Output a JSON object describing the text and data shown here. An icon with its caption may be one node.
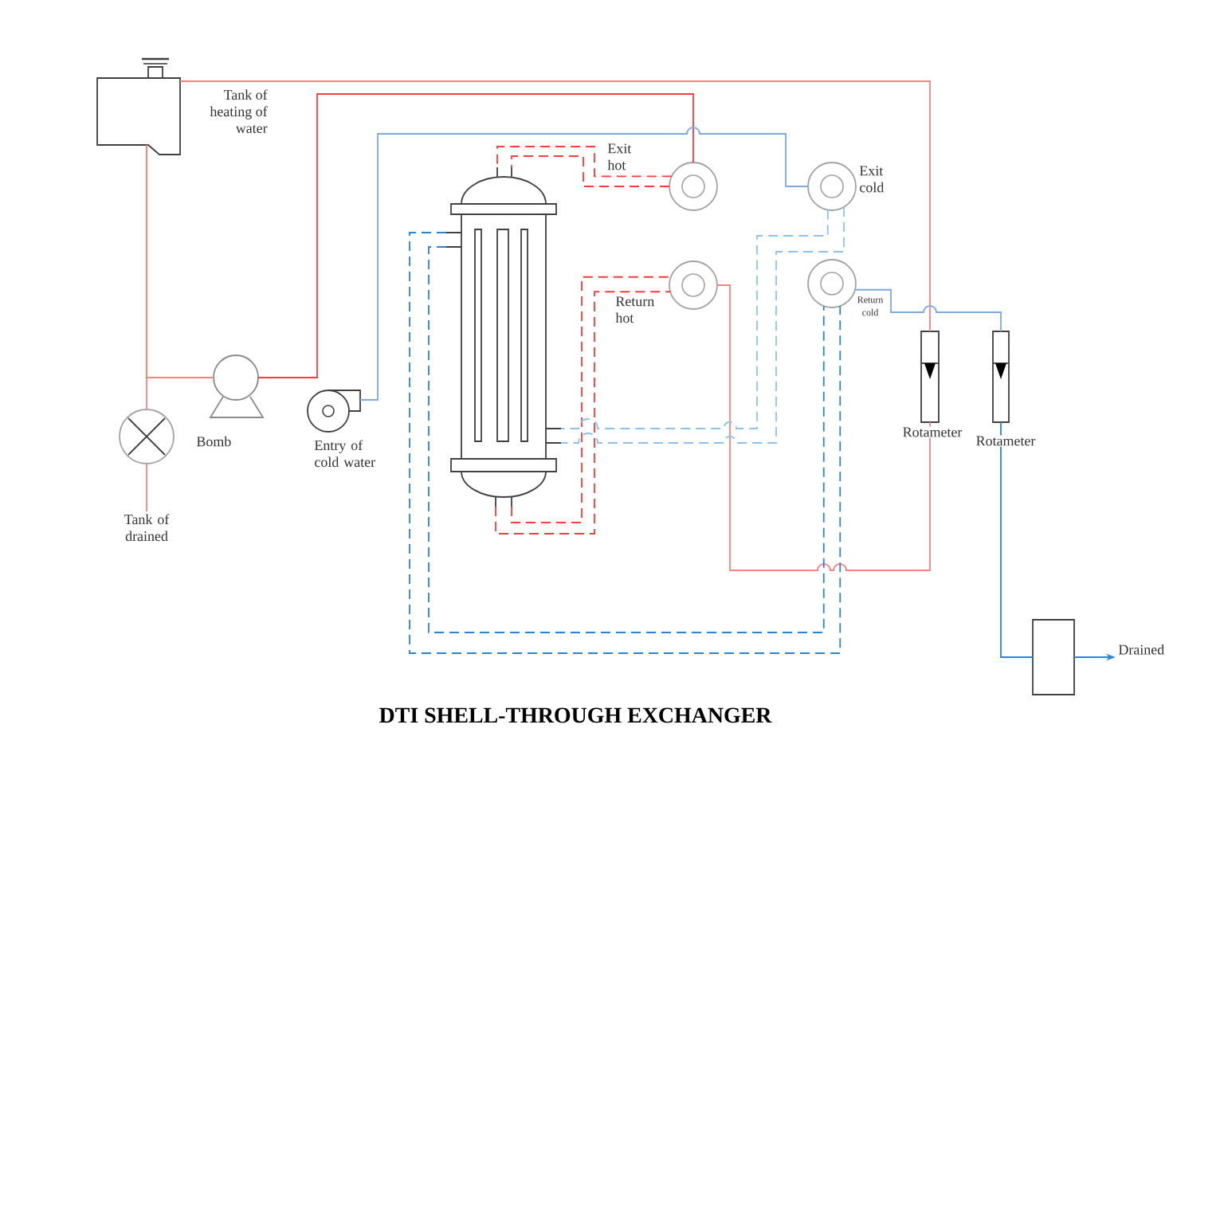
{
  "diagram": {
    "title": "DTI SHELL-THROUGH EXCHANGER",
    "nodes": [
      {
        "text": [],
        "shape": "box",
        "beside": [
          "Tank of heating of water"
        ]
      },
      {
        "text": [],
        "shape": "circle",
        "beside": [
          "Exit hot"
        ]
      },
      {
        "text": [],
        "shape": "circle",
        "beside": [
          "Exit cold"
        ]
      },
      {
        "text": [],
        "shape": "picture"
      },
      {
        "text": [],
        "shape": "circle",
        "beside": [
          "Return hot"
        ]
      },
      {
        "text": [],
        "shape": "circle",
        "beside": [
          "Return cold"
        ]
      },
      {
        "text": [],
        "shape": "bar",
        "beside": [
          "Rotameter"
        ]
      },
      {
        "text": [],
        "shape": "bar",
        "beside": [
          "Rotameter"
        ]
      },
      {
        "text": [],
        "shape": "circle",
        "beside": [
          "Bomb"
        ]
      },
      {
        "text": [],
        "shape": "circle",
        "beside": [
          "Entry of cold water"
        ]
      },
      {
        "text": [],
        "shape": "circle"
      },
      {
        "text": [
          "Tank of drained"
        ]
      },
      {
        "text": [],
        "shape": "box"
      },
      {
        "text": [
          "Drained"
        ]
      }
    ],
    "edges": [
      {
        "from": 0,
        "to": 8,
        "arrow": "none",
        "color": "#ff8080"
      },
      {
        "from": 0,
        "to": 10,
        "arrow": "none",
        "color": "#ff8080"
      },
      {
        "from": 10,
        "to": 11,
        "arrow": "none",
        "color": "#ff8080"
      },
      {
        "from": 8,
        "to": 1,
        "arrow": "none",
        "color": "#ff3b3b"
      },
      {
        "from": 1,
        "to": 3,
        "arrow": "none",
        "style": "dashed",
        "color": "#ff3b3b"
      },
      {
        "from": 1,
        "to": 3,
        "arrow": "none",
        "style": "dashed",
        "color": "#ff3b3b"
      },
      {
        "from": 3,
        "to": 4,
        "arrow": "none",
        "style": "dashed",
        "color": "#ff3b3b"
      },
      {
        "from": 3,
        "to": 4,
        "arrow": "none",
        "style": "dashed",
        "color": "#ff3b3b"
      },
      {
        "from": 4,
        "to": 6,
        "arrow": "none",
        "color": "#ff8080"
      },
      {
        "from": 6,
        "to": 0,
        "arrow": "none",
        "color": "#ff8080"
      },
      {
        "from": 9,
        "to": 2,
        "arrow": "none",
        "color": "#7ea9df"
      },
      {
        "from": 2,
        "to": 3,
        "arrow": "none",
        "style": "dashed",
        "color": "#8cc2ee"
      },
      {
        "from": 2,
        "to": 3,
        "arrow": "none",
        "style": "dashed",
        "color": "#8cc2ee"
      },
      {
        "from": 3,
        "to": 5,
        "arrow": "none",
        "style": "dashed",
        "color": "#2b84d0"
      },
      {
        "from": 3,
        "to": 5,
        "arrow": "none",
        "style": "dashed",
        "color": "#2b84d0"
      },
      {
        "from": 5,
        "to": 7,
        "arrow": "none",
        "color": "#7ea9df"
      },
      {
        "from": 7,
        "to": 12,
        "arrow": "none",
        "color": "#2b84d0"
      },
      {
        "from": 12,
        "to": 13,
        "arrow": "to",
        "color": "#2b84d0"
      }
    ]
  }
}
